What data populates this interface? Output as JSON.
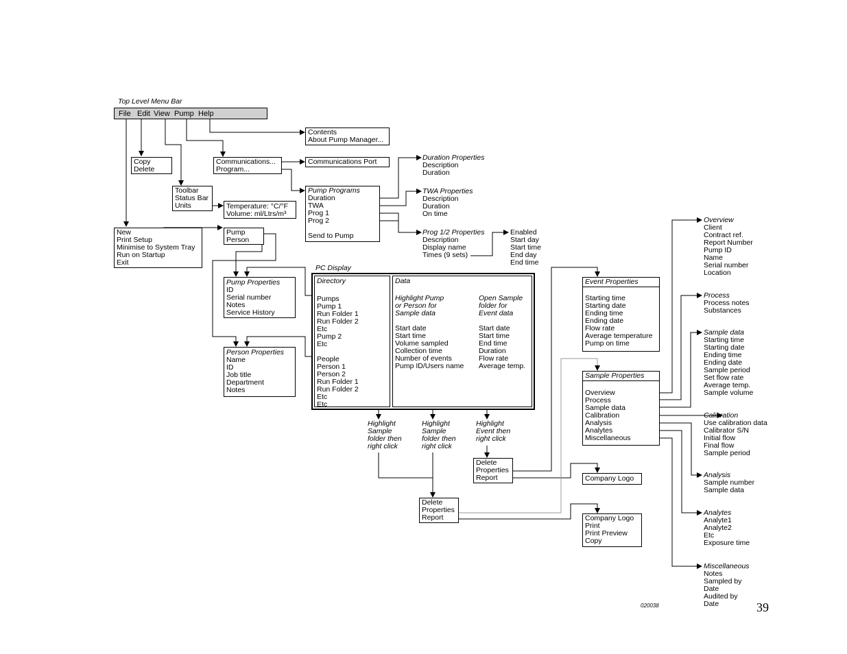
{
  "menu": {
    "title": "Top Level Menu Bar",
    "items": [
      "File",
      "Edit",
      "View",
      "Pump",
      "Help"
    ]
  },
  "help_menu": [
    "Contents",
    "About Pump Manager..."
  ],
  "edit_menu": [
    "Copy",
    "Delete"
  ],
  "view_menu": [
    "Toolbar",
    "Status Bar",
    "Units"
  ],
  "units_box": [
    "Temperature: °C/°F",
    "Volume: ml/Ltrs/m³"
  ],
  "pump_menu": [
    "Communications...",
    "Program..."
  ],
  "comm_port": "Communications Port",
  "pump_programs": {
    "title": "Pump Programs",
    "items": [
      "Duration",
      "TWA",
      "Prog 1",
      "Prog 2",
      "",
      "Send to Pump"
    ]
  },
  "duration_props": {
    "title": "Duration Properties",
    "items": [
      "Description",
      "Duration"
    ]
  },
  "twa_props": {
    "title": "TWA Properties",
    "items": [
      "Description",
      "Duration",
      "On time"
    ]
  },
  "prog_props": {
    "title": "Prog 1/2 Properties",
    "items": [
      "Description",
      "Display name",
      "Times (9 sets)"
    ]
  },
  "times_list": [
    "Enabled",
    "Start day",
    "Start time",
    "End day",
    "End time"
  ],
  "file_menu": [
    "New",
    "Print Setup",
    "Minimise to System Tray",
    "Run on Startup",
    "Exit"
  ],
  "new_menu": [
    "Pump",
    "Person"
  ],
  "pump_properties": {
    "title": "Pump Properties",
    "items": [
      "ID",
      "Serial number",
      "Notes",
      "Service History"
    ]
  },
  "person_properties": {
    "title": "Person Properties",
    "items": [
      "Name",
      "ID",
      "Job title",
      "Department",
      "Notes"
    ]
  },
  "pc_display": {
    "label": "PC Display",
    "directory_title": "Directory",
    "directory_items": [
      "Pumps",
      "Pump 1",
      "Run Folder 1",
      "Run Folder 2",
      "Etc",
      "Pump 2",
      "Etc",
      "",
      "People",
      "Person 1",
      "Person 2",
      "Run Folder 1",
      "Run Folder 2",
      "Etc",
      "Etc"
    ],
    "data_title": "Data",
    "data_col1_header": [
      "Highlight Pump",
      "or Person for",
      "Sample data"
    ],
    "data_col1_items": [
      "Start date",
      "Start time",
      "Volume sampled",
      "Collection time",
      "Number of events",
      "Pump ID/Users name"
    ],
    "data_col2_header": [
      "Open Sample",
      "folder for",
      "Event data"
    ],
    "data_col2_items": [
      "Start date",
      "Start time",
      "End time",
      "Duration",
      "Flow rate",
      "Average temp."
    ]
  },
  "notes": {
    "highlight1": [
      "Highlight",
      "Sample",
      "folder then",
      "right click"
    ],
    "highlight2": [
      "Highlight",
      "Sample",
      "folder then",
      "right click"
    ],
    "highlight3": [
      "Highlight",
      "Event then",
      "right click"
    ]
  },
  "context_menu_sample": [
    "Delete",
    "Properties",
    "Report"
  ],
  "context_menu_event": [
    "Delete",
    "Properties",
    "Report"
  ],
  "company_logo_box": [
    "Company Logo"
  ],
  "report_box": [
    "Company Logo",
    "Print",
    "Print Preview",
    "Copy"
  ],
  "event_properties": {
    "title": "Event Properties",
    "items": [
      "Starting time",
      "Starting date",
      "Ending time",
      "Ending date",
      "Flow rate",
      "Average temperature",
      "Pump on time"
    ]
  },
  "sample_properties": {
    "title": "Sample Properties",
    "items": [
      "Overview",
      "Process",
      "Sample data",
      "Calibration",
      "Analysis",
      "Analytes",
      "Miscellaneous"
    ]
  },
  "overview": {
    "title": "Overview",
    "items": [
      "Client",
      "Contract ref.",
      "Report Number",
      "Pump ID",
      "Name",
      "Serial number",
      "Location"
    ]
  },
  "process": {
    "title": "Process",
    "items": [
      "Process notes",
      "Substances"
    ]
  },
  "sample_data": {
    "title": "Sample data",
    "items": [
      "Starting time",
      "Starting date",
      "Ending time",
      "Ending date",
      "Sample period",
      "Set flow rate",
      "Average temp.",
      "Sample volume"
    ]
  },
  "calibration": {
    "title": "Calibration",
    "items": [
      "Use calibration data",
      "Calibrator S/N",
      "Initial flow",
      "Final flow",
      "Sample period"
    ]
  },
  "analysis": {
    "title": "Analysis",
    "items": [
      "Sample number",
      "Sample data"
    ]
  },
  "analytes": {
    "title": "Analytes",
    "items": [
      "Analyte1",
      "Analyte2",
      "Etc",
      "Exposure time"
    ]
  },
  "miscellaneous": {
    "title": "Miscellaneous",
    "items": [
      "Notes",
      "Sampled by",
      "Date",
      "Audited by",
      "Date"
    ]
  },
  "figure_code": "020038",
  "page_number": "39"
}
